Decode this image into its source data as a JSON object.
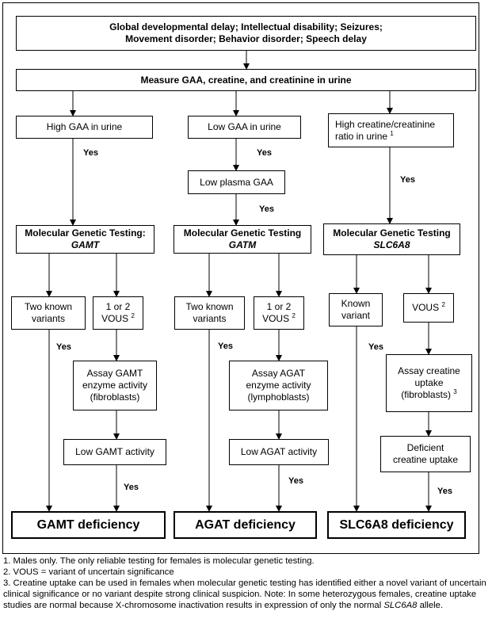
{
  "top": {
    "line1": "Global developmental delay; Intellectual disability; Seizures;",
    "line2": "Movement disorder; Behavior disorder; Speech delay"
  },
  "measure": "Measure GAA, creatine, and creatinine in urine",
  "col1": {
    "entry": "High GAA in urine",
    "yes1": "Yes",
    "mgt_line1": "Molecular Genetic Testing:",
    "mgt_gene": "GAMT",
    "known_line1": "Two known",
    "known_line2": "variants",
    "vous_line1": "1 or 2",
    "vous_line2": "VOUS",
    "vous_sup": "2",
    "yes_known": "Yes",
    "assay_line1": "Assay GAMT",
    "assay_line2": "enzyme activity",
    "assay_line3": "(fibroblasts)",
    "low": "Low GAMT activity",
    "yes_low": "Yes",
    "final": "GAMT deficiency"
  },
  "col2": {
    "entry": "Low GAA in urine",
    "yes1": "Yes",
    "plasma": "Low plasma GAA",
    "yes2": "Yes",
    "mgt_line1": "Molecular Genetic Testing",
    "mgt_gene": "GATM",
    "known_line1": "Two known",
    "known_line2": "variants",
    "vous_line1": "1 or 2",
    "vous_line2": "VOUS",
    "vous_sup": "2",
    "yes_known": "Yes",
    "assay_line1": "Assay AGAT",
    "assay_line2": "enzyme activity",
    "assay_line3": "(lymphoblasts)",
    "low": "Low AGAT activity",
    "yes_low": "Yes",
    "final": "AGAT deficiency"
  },
  "col3": {
    "entry_line1": "High creatine/creatinine",
    "entry_line2": "ratio in urine",
    "entry_sup": "1",
    "yes1": "Yes",
    "mgt_line1": "Molecular Genetic Testing",
    "mgt_gene": "SLC6A8",
    "known_line1": "Known",
    "known_line2": "variant",
    "vous": "VOUS",
    "vous_sup": "2",
    "yes_known": "Yes",
    "assay_line1": "Assay creatine",
    "assay_line2": "uptake",
    "assay_line3": "(fibroblasts)",
    "assay_sup": "3",
    "def_line1": "Deficient",
    "def_line2": "creatine uptake",
    "yes_def": "Yes",
    "final": "SLC6A8 deficiency"
  },
  "notes": {
    "n1": "1. Males only.  The only reliable testing for females is molecular genetic testing.",
    "n2": "2. VOUS = variant  of uncertain significance",
    "n3a": "3. Creatine uptake can be used in females when molecular genetic testing has identified either a novel variant of uncertain clinical significance or no variant despite strong clinical suspicion. Note: In some heterozygous females, creatine uptake studies are normal because X-chromosome inactivation results in expression of only the normal ",
    "n3gene": "SLC6A8",
    "n3b": " allele."
  }
}
